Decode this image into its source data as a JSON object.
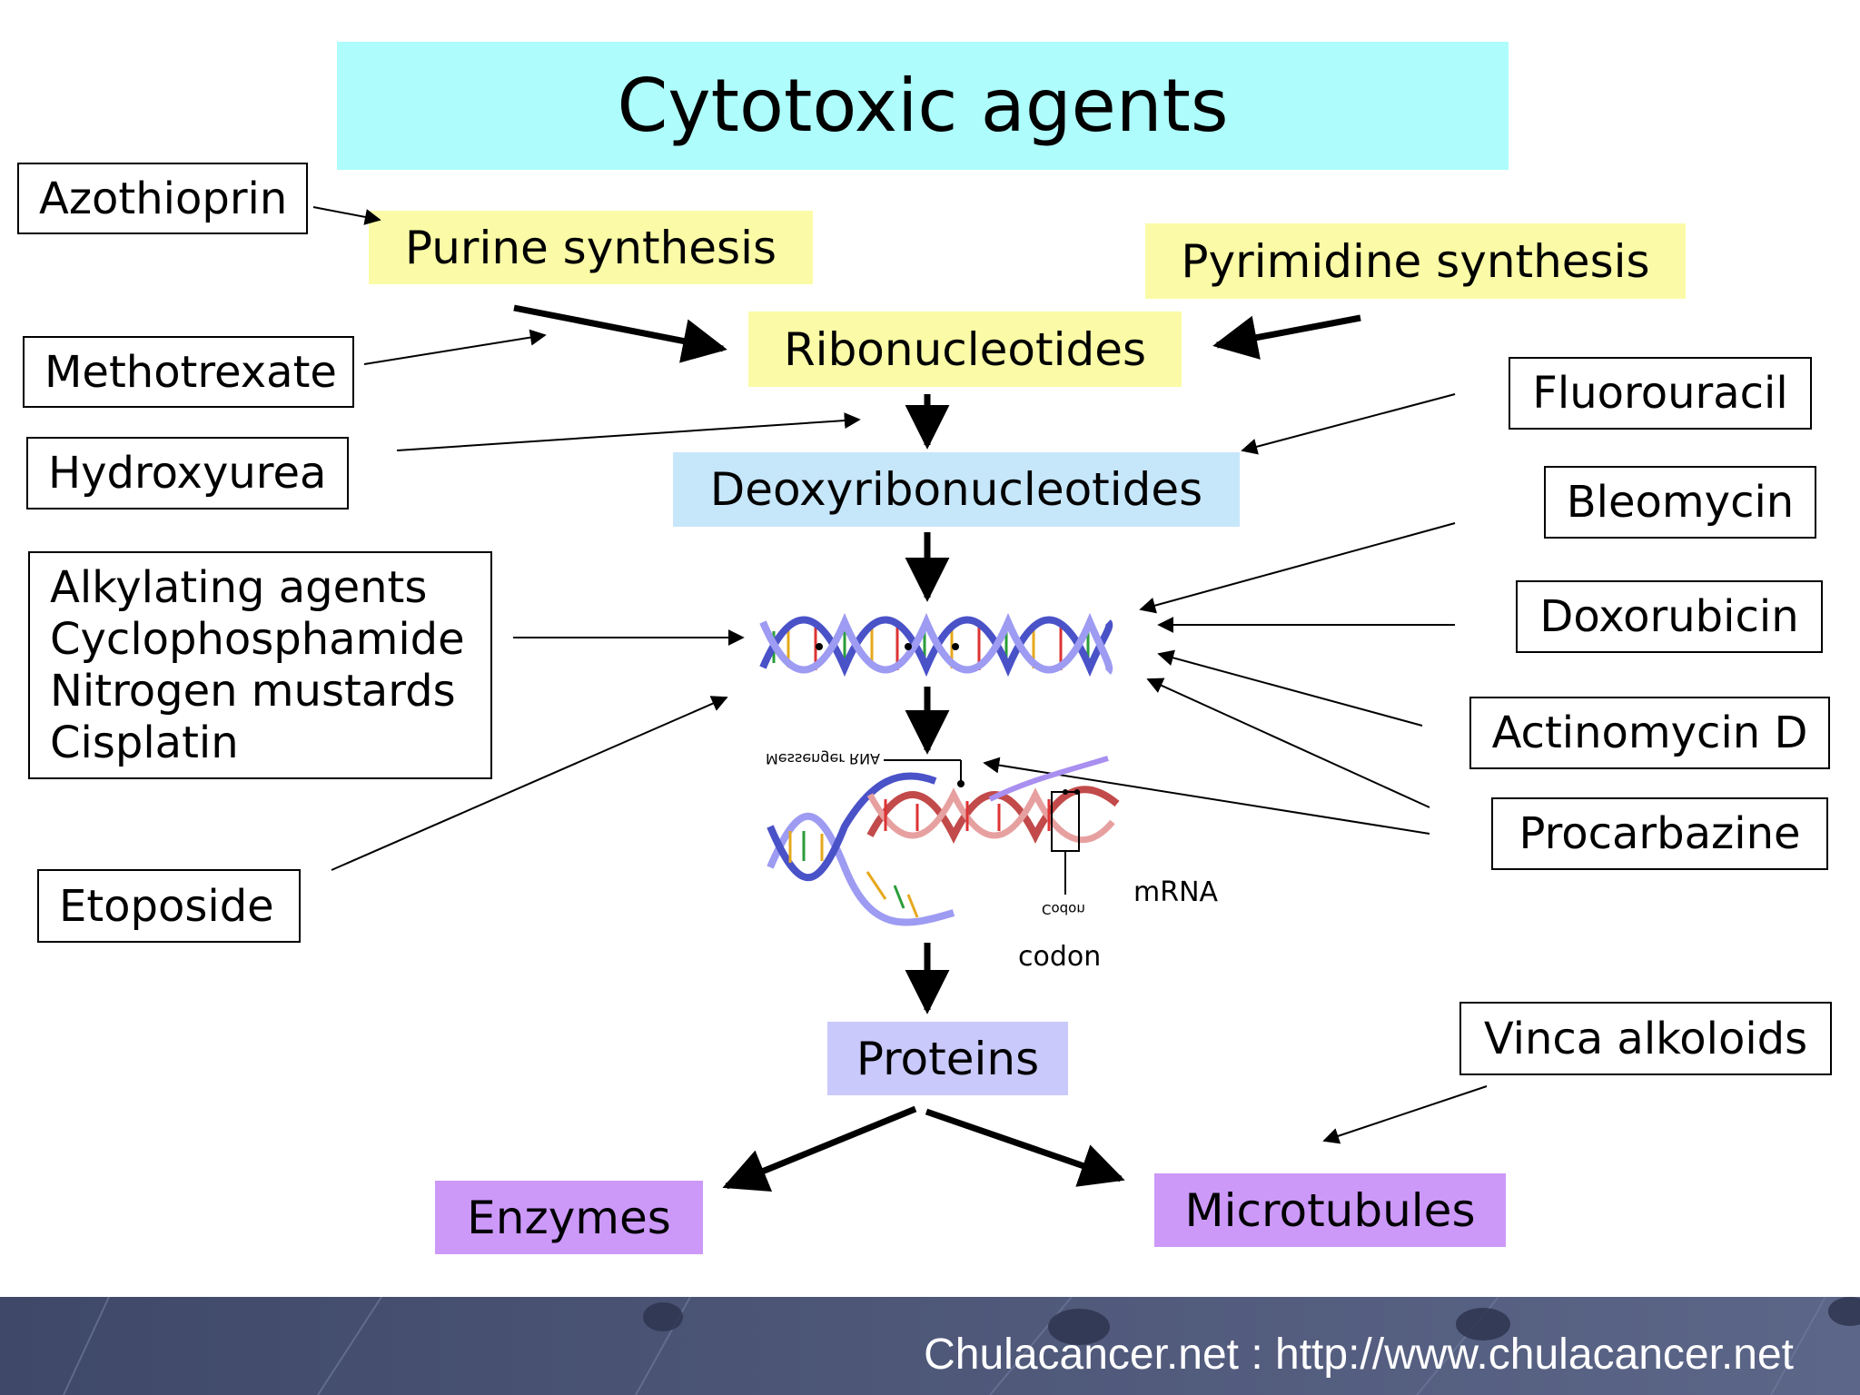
{
  "title": "Cytotoxic agents",
  "pathway": {
    "purine": "Purine synthesis",
    "pyrimidine": "Pyrimidine synthesis",
    "ribonucleotides": "Ribonucleotides",
    "deoxyribonucleotides": "Deoxyribonucleotides",
    "proteins": "Proteins",
    "enzymes": "Enzymes",
    "microtubules": "Microtubules"
  },
  "drugs": {
    "azothioprin": "Azothioprin",
    "methotrexate": "Methotrexate",
    "hydroxyurea": "Hydroxyurea",
    "alkylating": [
      "Alkylating agents",
      "Cyclophosphamide",
      "Nitrogen mustards",
      "Cisplatin"
    ],
    "etoposide": "Etoposide",
    "fluorouracil": "Fluorouracil",
    "bleomycin": "Bleomycin",
    "doxorubicin": "Doxorubicin",
    "actinomycin": "Actinomycin D",
    "procarbazine": "Procarbazine",
    "vinca": "Vinca alkoloids"
  },
  "illustration": {
    "messenger_rna": "Messenger RNA",
    "codon_small": "Codon",
    "mrna": "mRNA",
    "codon": "codon"
  },
  "footer": "Chulacancer.net : http://www.chulacancer.net",
  "colors": {
    "title_bg": "#aefcfc",
    "synthesis_bg": "#fbfba7",
    "deoxy_bg": "#c6e6fa",
    "proteins_bg": "#c9c9fb",
    "products_bg": "#cc99f9",
    "footer_bg": "#4d5677"
  }
}
